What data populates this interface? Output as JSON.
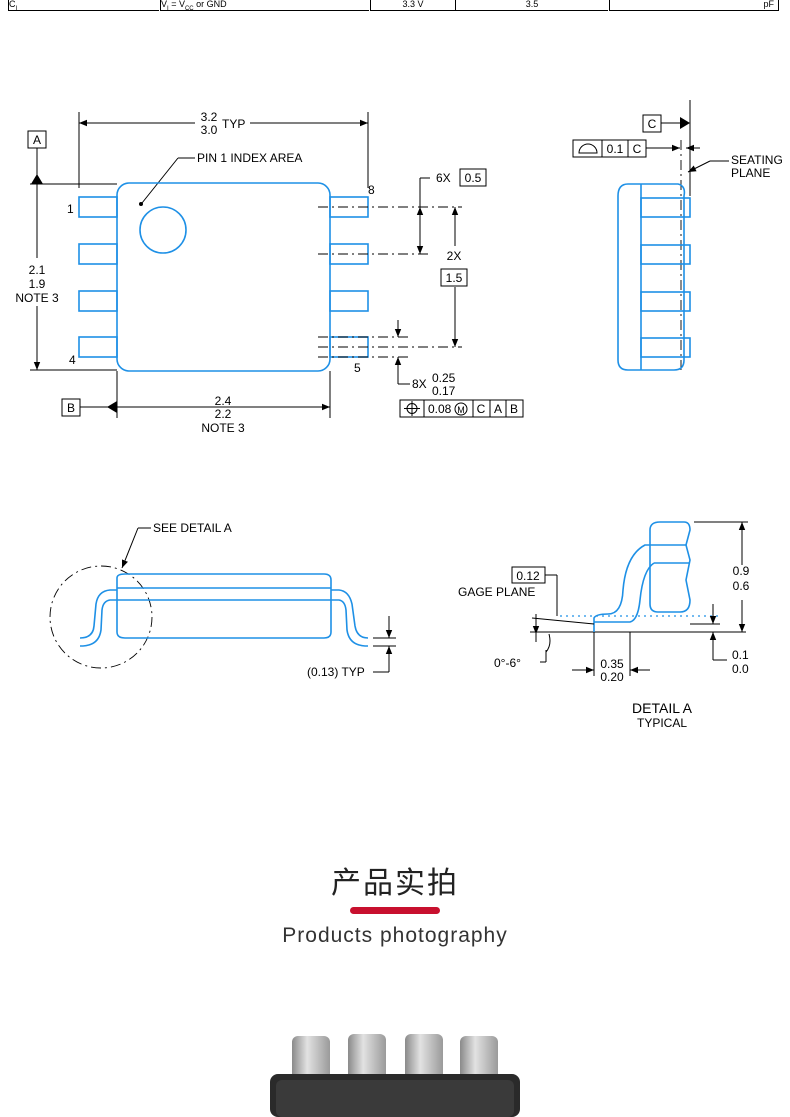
{
  "spec_table_row": {
    "symbol": "C",
    "subscript": "I",
    "condition": "V",
    "condition_sub": "I",
    "condition_rest": " = V",
    "condition_sub2": "CC",
    "condition_tail": " or GND",
    "vcc": "3.3 V",
    "value": "3.5",
    "unit": "pF"
  },
  "top_view": {
    "datum_a": "A",
    "datum_b": "B",
    "width_max": "3.2",
    "width_min": "3.0",
    "width_typ": "TYP",
    "pin1_label": "PIN 1 INDEX AREA",
    "pin_1": "1",
    "pin_4": "4",
    "pin_5": "5",
    "pin_8": "8",
    "height_max": "2.1",
    "height_min": "1.9",
    "height_note": "NOTE 3",
    "body_max": "2.4",
    "body_min": "2.2",
    "body_note": "NOTE 3",
    "pitch_count": "6X",
    "pitch": "0.5",
    "span_count": "2X",
    "span": "1.5",
    "lead_count": "8X",
    "lead_max": "0.25",
    "lead_min": "0.17",
    "tolerance": "0.08",
    "tol_modifier": "M",
    "ref_c": "C",
    "ref_a": "A",
    "ref_b": "B"
  },
  "side_view": {
    "datum_c": "C",
    "flatness": "0.1",
    "flatness_ref": "C",
    "seating_1": "SEATING",
    "seating_2": "PLANE"
  },
  "profile_view": {
    "see_detail": "SEE DETAIL  A",
    "thickness": "(0.13) TYP"
  },
  "detail_view": {
    "gage_value": "0.12",
    "gage_plane": "GAGE PLANE",
    "height_max": "0.9",
    "height_min": "0.6",
    "angle": "0°-6°",
    "foot_max": "0.35",
    "foot_min": "0.20",
    "standoff_max": "0.1",
    "standoff_min": "0.0",
    "title": "DETAIL A",
    "subtitle": "TYPICAL"
  },
  "photo_section": {
    "title": "产品实拍",
    "subtitle": "Products photography",
    "accent_color": "#c8102e"
  }
}
